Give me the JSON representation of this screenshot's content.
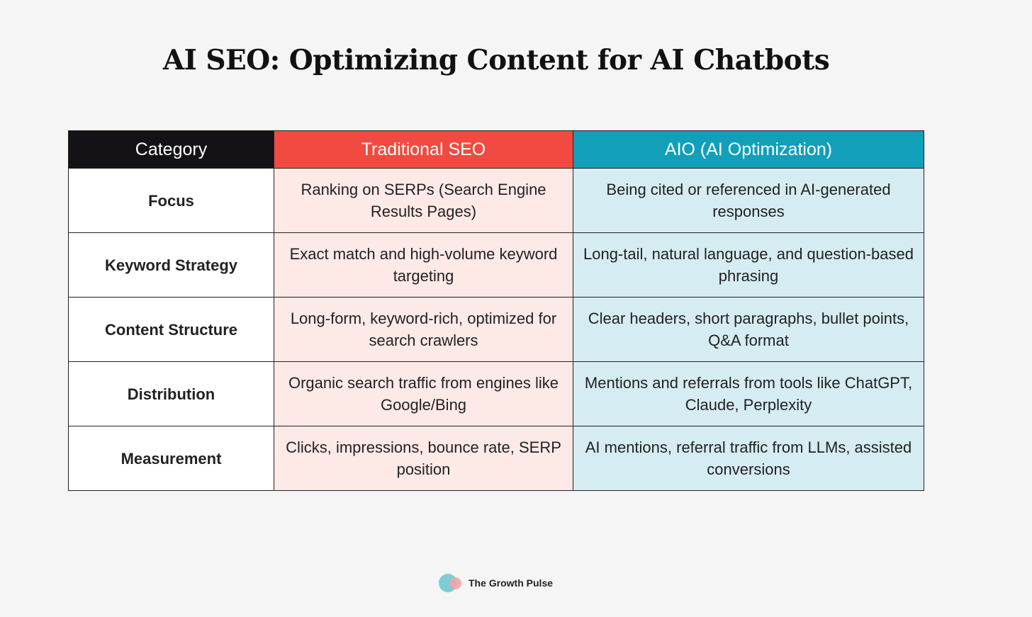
{
  "title": "AI SEO: Optimizing Content for AI Chatbots",
  "table": {
    "headers": [
      "Category",
      "Traditional SEO",
      "AIO (AI Optimization)"
    ],
    "rows": [
      [
        "Focus",
        "Ranking on SERPs (Search Engine Results Pages)",
        "Being cited or referenced in AI-generated responses"
      ],
      [
        "Keyword Strategy",
        "Exact match and high-volume keyword targeting",
        "Long-tail, natural language, and question-based phrasing"
      ],
      [
        "Content Structure",
        "Long-form, keyword-rich, optimized for search crawlers",
        "Clear headers, short paragraphs, bullet points, Q&A format"
      ],
      [
        "Distribution",
        "Organic search traffic from engines like Google/Bing",
        "Mentions and referrals from tools like ChatGPT, Claude, Perplexity"
      ],
      [
        "Measurement",
        "Clicks, impressions, bounce rate, SERP position",
        "AI mentions, referral traffic from LLMs, assisted conversions"
      ]
    ]
  },
  "colors": {
    "category_header": "#141217",
    "traditional_header": "#f24a40",
    "aio_header": "#119fba",
    "traditional_cell": "#fde9e6",
    "aio_cell": "#d5ecf2"
  },
  "brand": {
    "name": "The Growth Pulse",
    "icon": "overlapping-circles-logo"
  }
}
